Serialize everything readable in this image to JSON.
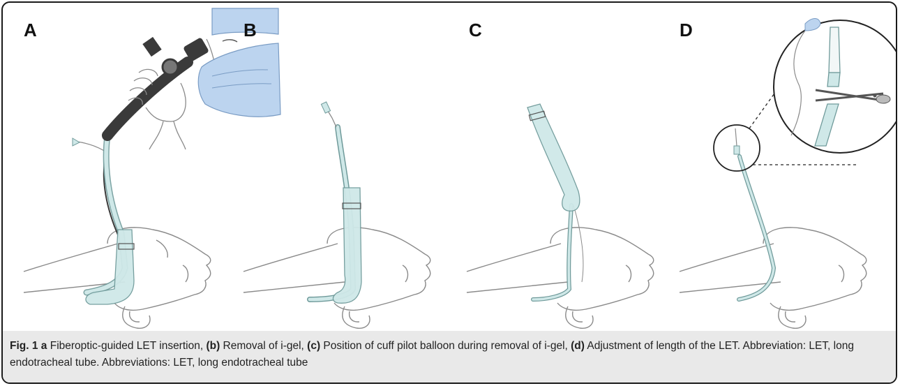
{
  "panels": {
    "a": "A",
    "b": "B",
    "c": "C",
    "d": "D"
  },
  "caption": {
    "fig_label": "Fig. 1",
    "a_marker": "a",
    "a_text": " Fiberoptic-guided LET insertion, ",
    "b_marker": "(b)",
    "b_text": " Removal of i-gel, ",
    "c_marker": "(c)",
    "c_text": " Position of cuff pilot balloon during removal of i-gel, ",
    "d_marker": "(d)",
    "d_text": " Adjustment of length of the LET. Abbreviation: LET, long endotracheal tube. Abbreviations: LET, long endotracheal tube"
  },
  "colors": {
    "tube": "#cfe8e8",
    "tube_stroke": "#6f9a9a",
    "mask": "#bcd4ef",
    "line": "#8a8a8a",
    "scope": "#3a3a3a"
  }
}
